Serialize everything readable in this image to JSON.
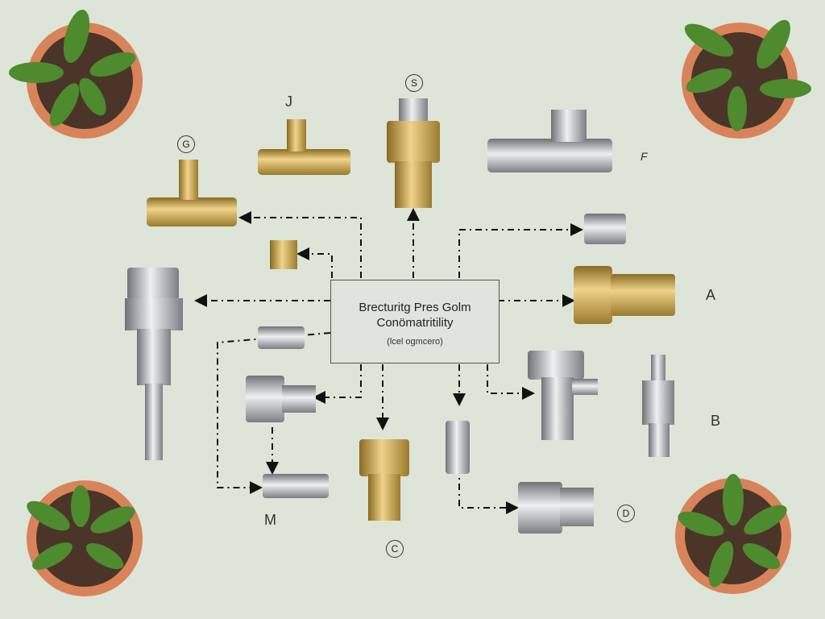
{
  "center": {
    "title_line1": "Brecturitg Pres Golm",
    "title_line2": "Conömatritility",
    "subtitle": "(lcel ogmcero)"
  },
  "labels": {
    "j": "J",
    "s": "S",
    "g": "G",
    "f": "F",
    "a": "A",
    "b": "B",
    "d": "D",
    "c": "C",
    "m": "M"
  },
  "colors": {
    "background": "#dce5d8",
    "brass": "#c9a54a",
    "steel": "#b5b8bb",
    "pot": "#d9835a",
    "leaf": "#4e8a2e"
  }
}
